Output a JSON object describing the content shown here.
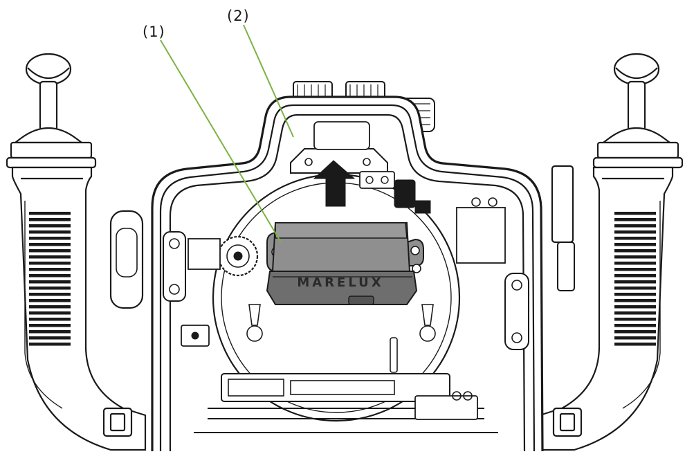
{
  "callouts": [
    {
      "label": "(1)"
    },
    {
      "label": "(2)"
    }
  ],
  "module": {
    "brand": "MARELUX"
  },
  "colors": {
    "leader_line": "#7cb342",
    "outline": "#1a1a1a",
    "module_fill": "#8f8f8f",
    "module_shade": "#6e6e6e",
    "background": "#ffffff"
  },
  "icons": [
    "up-arrow-icon"
  ]
}
